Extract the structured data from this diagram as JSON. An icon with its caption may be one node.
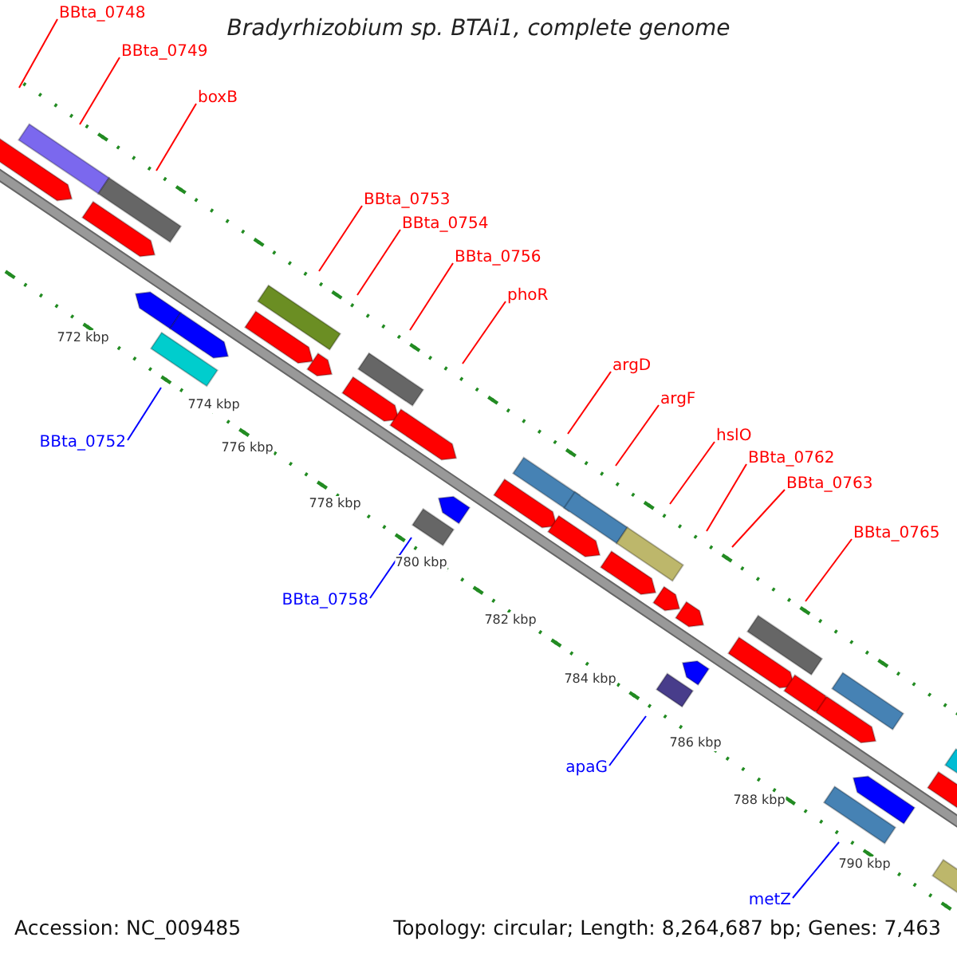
{
  "diagram": {
    "title": "Bradyrhizobium sp. BTAi1, complete genome",
    "nodes": [
      {
        "text": [
          "BBta_0748"
        ]
      },
      {
        "text": [
          "BBta_0749"
        ]
      },
      {
        "text": [
          "boxB"
        ]
      },
      {
        "text": [
          "BBta_0753"
        ]
      },
      {
        "text": [
          "BBta_0754"
        ]
      },
      {
        "text": [
          "BBta_0756"
        ]
      },
      {
        "text": [
          "phoR"
        ]
      },
      {
        "text": [
          "argD"
        ]
      },
      {
        "text": [
          "argF"
        ]
      },
      {
        "text": [
          "hslO"
        ]
      },
      {
        "text": [
          "BBta_0762"
        ]
      },
      {
        "text": [
          "BBta_0763"
        ]
      },
      {
        "text": [
          "BBta_0765"
        ]
      },
      {
        "text": [
          "BBta_0752"
        ]
      },
      {
        "text": [
          "BBta_0758"
        ]
      },
      {
        "text": [
          "apaG"
        ]
      },
      {
        "text": [
          "metZ"
        ]
      }
    ],
    "edges": [
      {
        "from": 0,
        "to": null,
        "arrow": "none"
      },
      {
        "from": 1,
        "to": null,
        "arrow": "none"
      },
      {
        "from": 2,
        "to": null,
        "arrow": "none"
      },
      {
        "from": 3,
        "to": null,
        "arrow": "none"
      },
      {
        "from": 4,
        "to": null,
        "arrow": "none"
      },
      {
        "from": 5,
        "to": null,
        "arrow": "none"
      },
      {
        "from": 6,
        "to": null,
        "arrow": "none"
      },
      {
        "from": 7,
        "to": null,
        "arrow": "none"
      },
      {
        "from": 8,
        "to": null,
        "arrow": "none"
      },
      {
        "from": 9,
        "to": null,
        "arrow": "none"
      },
      {
        "from": 10,
        "to": null,
        "arrow": "none"
      },
      {
        "from": 11,
        "to": null,
        "arrow": "none"
      },
      {
        "from": 12,
        "to": null,
        "arrow": "none"
      },
      {
        "from": 13,
        "to": null,
        "arrow": "none",
        "color": "#0000ff"
      },
      {
        "from": 14,
        "to": null,
        "arrow": "none",
        "color": "#0000ff"
      },
      {
        "from": 15,
        "to": null,
        "arrow": "none",
        "color": "#0000ff"
      },
      {
        "from": 16,
        "to": null,
        "arrow": "none",
        "color": "#0000ff"
      }
    ],
    "labels": [
      "772 kbp",
      "774 kbp",
      "776 kbp",
      "778 kbp",
      "780 kbp",
      "782 kbp",
      "784 kbp",
      "786 kbp",
      "788 kbp",
      "790 kbp",
      "Accession: NC_009485",
      "Topology: circular; Length: 8,264,687 bp; Genes: 7,463"
    ]
  }
}
